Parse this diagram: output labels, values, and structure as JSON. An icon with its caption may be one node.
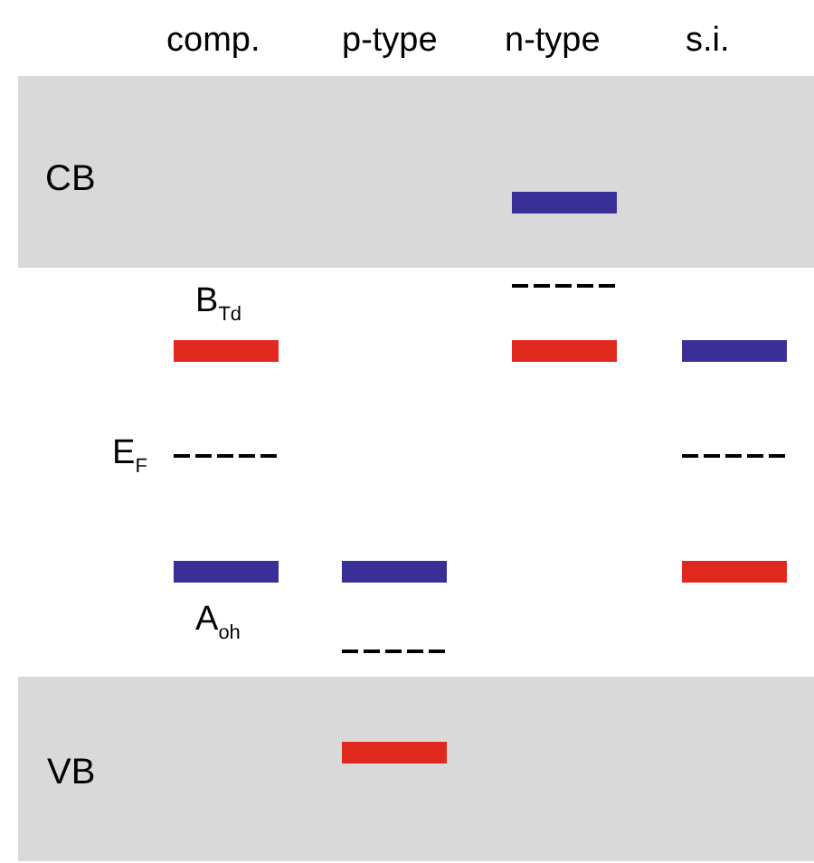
{
  "diagram": {
    "nodes": [
      {
        "text": [
          "CB"
        ]
      },
      {
        "text": [],
        "shape": "bar",
        "in": 0
      },
      {
        "text": [],
        "shape": "bar",
        "beside": [
          "B$_{Td}$"
        ]
      },
      {
        "text": [],
        "shape": "bar"
      },
      {
        "text": [],
        "shape": "bar"
      },
      {
        "text": [],
        "shape": "bar",
        "beside": [
          "A$_{oh}$"
        ]
      },
      {
        "text": [],
        "shape": "bar"
      },
      {
        "text": [],
        "shape": "bar"
      },
      {
        "text": [
          "VB"
        ]
      },
      {
        "text": [],
        "shape": "bar",
        "in": 8
      }
    ],
    "labels": [
      "comp.",
      "p-type",
      "n-type",
      "s.i.",
      "E$_{F}$"
    ]
  }
}
